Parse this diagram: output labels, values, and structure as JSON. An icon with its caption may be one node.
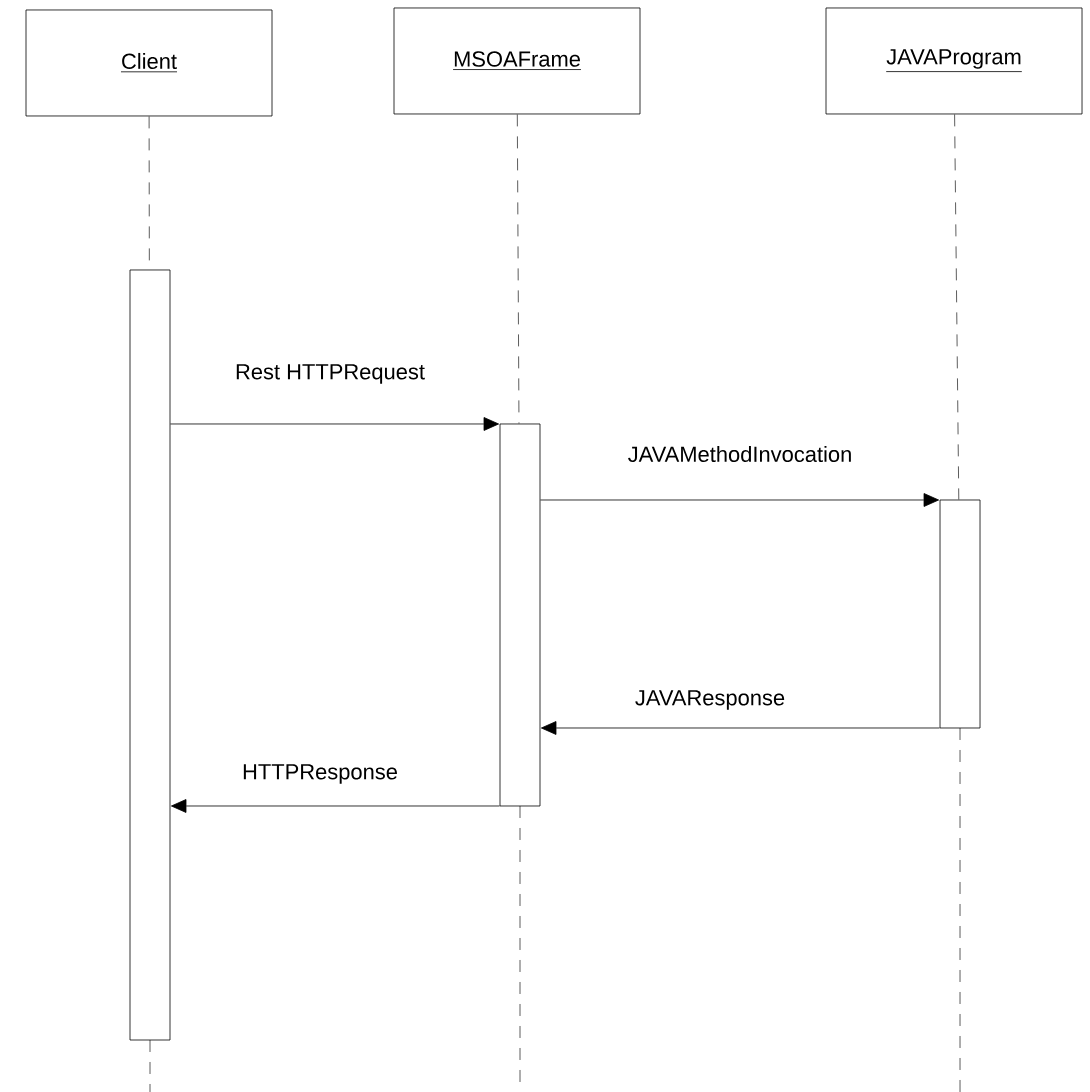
{
  "diagram": {
    "nodes": [
      {
        "text": [
          "Client"
        ]
      },
      {
        "text": [
          "MSOAFrame"
        ]
      },
      {
        "text": [
          "JAVAProgram"
        ]
      },
      {
        "text": [],
        "shape": "bar"
      },
      {
        "text": [],
        "shape": "bar"
      },
      {
        "text": [],
        "shape": "bar"
      }
    ],
    "edges": [
      {
        "from": 0,
        "to": 3,
        "arrow": "none",
        "style": "dashed"
      },
      {
        "from": 1,
        "to": 4,
        "arrow": "none",
        "style": "dashed"
      },
      {
        "from": 2,
        "to": 5,
        "arrow": "none",
        "style": "dashed"
      },
      {
        "from": 3,
        "to": 4,
        "arrow": "to",
        "label": "Rest HTTPRequest"
      },
      {
        "from": 4,
        "to": 5,
        "arrow": "to",
        "label": "JAVAMethodInvocation"
      },
      {
        "from": 5,
        "to": 4,
        "arrow": "to",
        "label": "JAVAResponse"
      },
      {
        "from": 4,
        "to": 3,
        "arrow": "to",
        "label": "HTTPResponse"
      }
    ]
  }
}
